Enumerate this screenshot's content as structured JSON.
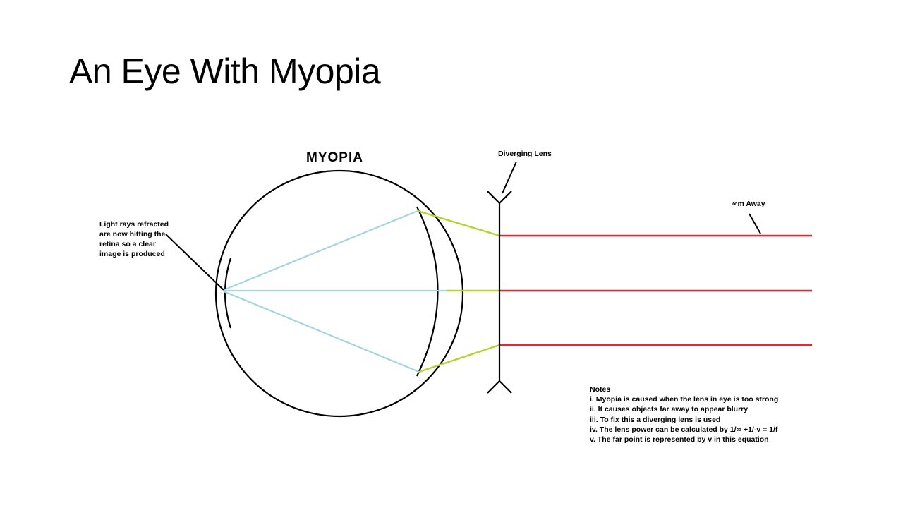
{
  "slide": {
    "title": "An Eye With Myopia"
  },
  "diagram": {
    "heading": "MYOPIA",
    "lens_label": "Diverging Lens",
    "infinity_label": "∞m Away",
    "retina_note": "Light rays refracted are now hitting the retina so a clear image is produced"
  },
  "notes": {
    "heading": "Notes",
    "items": [
      "i. Myopia is caused when the lens in eye is too strong",
      "ii. It causes objects far away to appear blurry",
      "iii. To fix this a diverging lens is used",
      "iv. The lens power can be calculated by 1/∞ +1/-v = 1/f",
      "v. The far point is represented by v in this equation"
    ]
  },
  "colors": {
    "incoming_ray": "#e8262e",
    "lens_refracted_ray": "#b5d32a",
    "eye_refracted_ray": "#a3d6e2",
    "outline": "#000000"
  }
}
